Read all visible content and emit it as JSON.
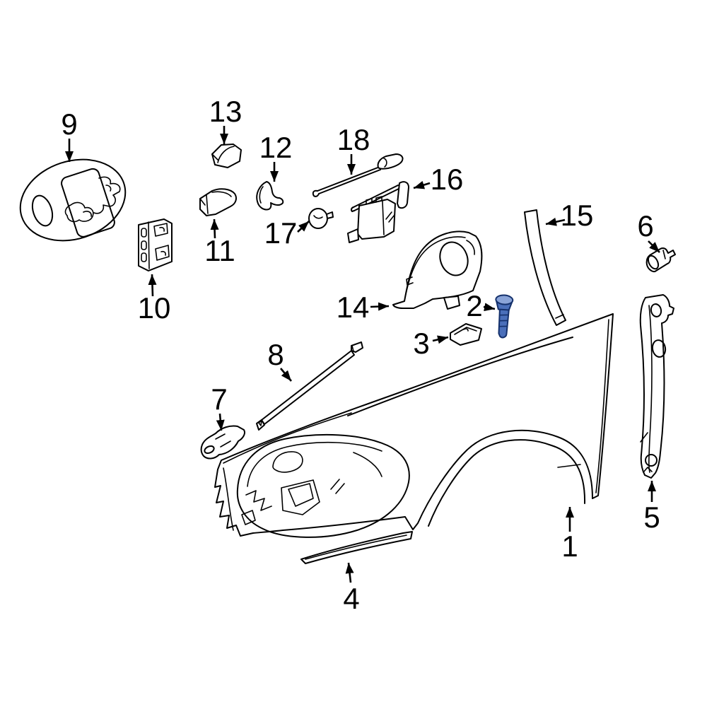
{
  "canvas": {
    "background": "#ffffff",
    "line_color": "#000000"
  },
  "highlight": {
    "fill": "#4a6fba",
    "fill_light": "#8aa4d8",
    "stroke": "#14306b",
    "highlighted_part_number": "2"
  },
  "parts": [
    {
      "number": "1",
      "highlighted": false
    },
    {
      "number": "2",
      "highlighted": true
    },
    {
      "number": "3",
      "highlighted": false
    },
    {
      "number": "4",
      "highlighted": false
    },
    {
      "number": "5",
      "highlighted": false
    },
    {
      "number": "6",
      "highlighted": false
    },
    {
      "number": "7",
      "highlighted": false
    },
    {
      "number": "8",
      "highlighted": false
    },
    {
      "number": "9",
      "highlighted": false
    },
    {
      "number": "10",
      "highlighted": false
    },
    {
      "number": "11",
      "highlighted": false
    },
    {
      "number": "12",
      "highlighted": false
    },
    {
      "number": "13",
      "highlighted": false
    },
    {
      "number": "14",
      "highlighted": false
    },
    {
      "number": "15",
      "highlighted": false
    },
    {
      "number": "16",
      "highlighted": false
    },
    {
      "number": "17",
      "highlighted": false
    },
    {
      "number": "18",
      "highlighted": false
    }
  ]
}
